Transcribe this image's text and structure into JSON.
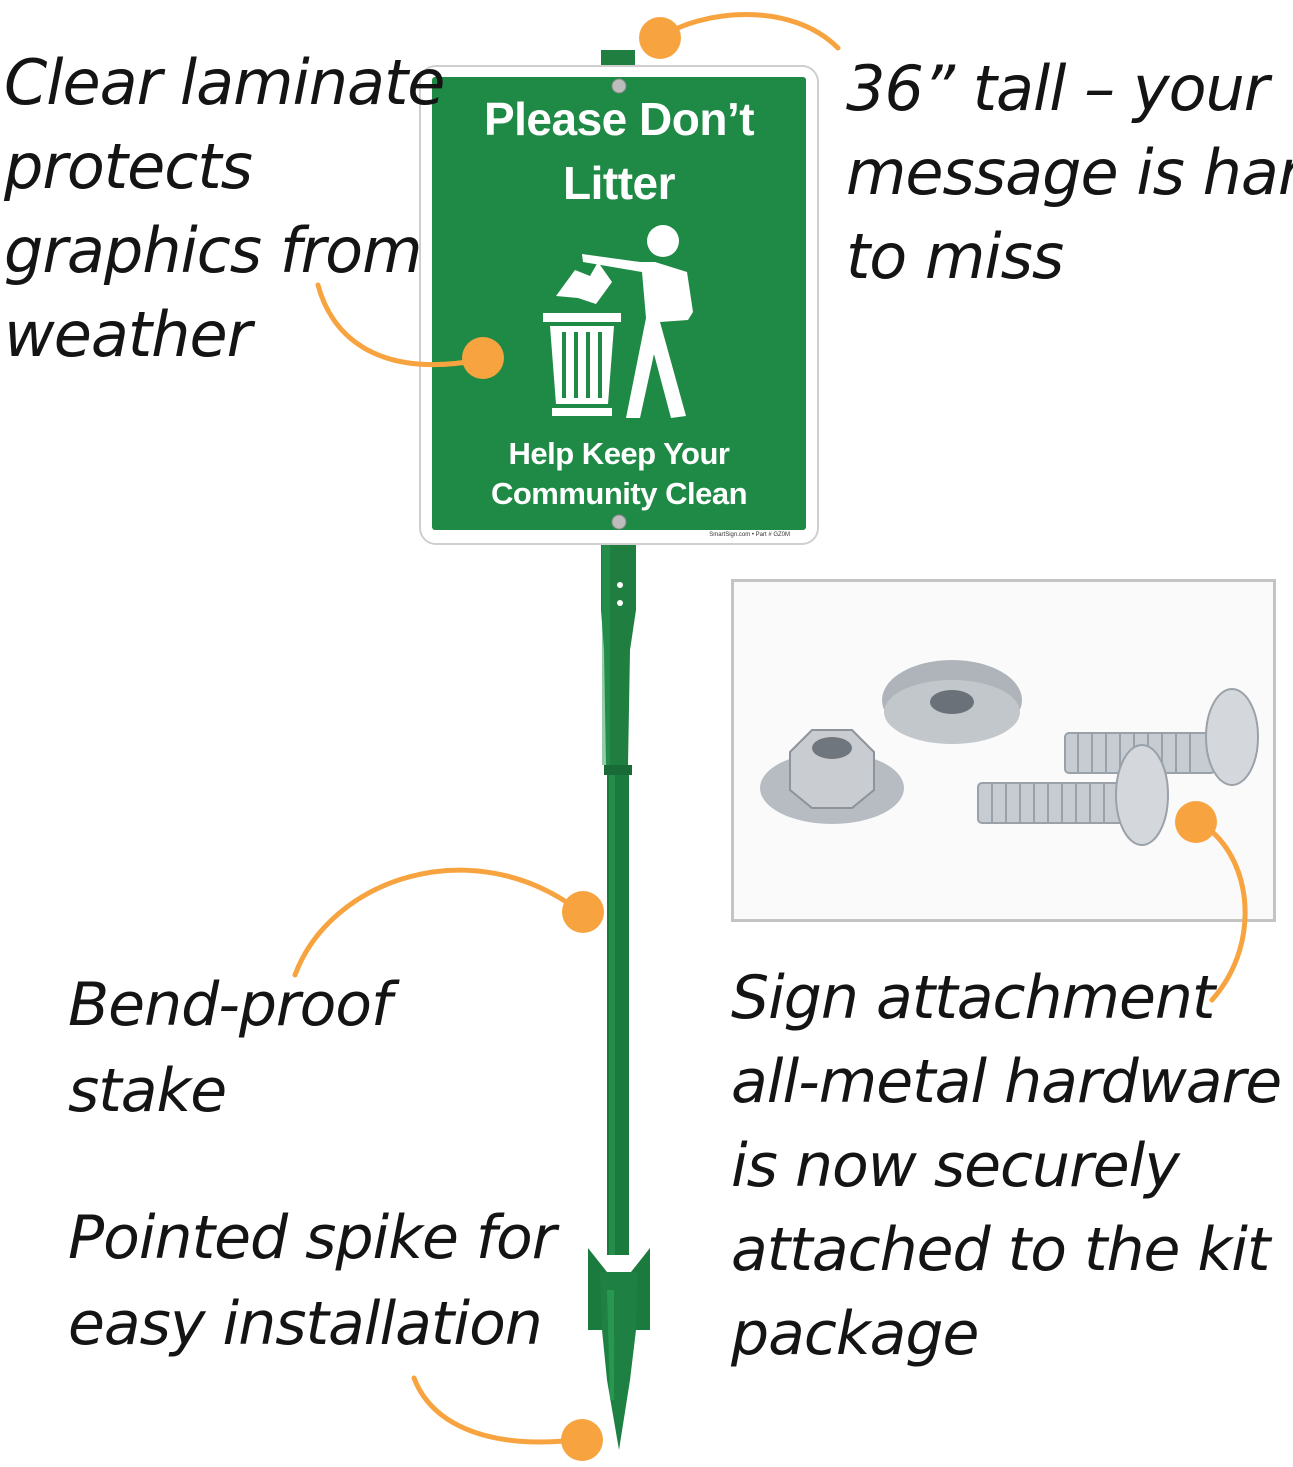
{
  "callouts": {
    "laminate": [
      "Clear laminate",
      "protects",
      "graphics from",
      "weather"
    ],
    "height": [
      "36” tall – your",
      "message is hard",
      "to miss"
    ],
    "stake": [
      "Bend-proof",
      "stake"
    ],
    "spike": [
      "Pointed spike for",
      "easy installation"
    ],
    "hardware": [
      "Sign attachment",
      "all-metal hardware",
      "is now securely",
      "attached to the kit",
      "package"
    ]
  },
  "sign": {
    "title_line1": "Please Don’t",
    "title_line2": "Litter",
    "subtitle_line1": "Help Keep Your",
    "subtitle_line2": "Community Clean",
    "footer": "SmartSign.com • Part # GZ0M",
    "icons": [
      "litter-bin-icon",
      "person-throwing-trash-icon"
    ]
  },
  "colors": {
    "sign_green": "#1f8a45",
    "stake_green": "#1b7a3e",
    "callout_orange": "#f7a440",
    "text": "#141414"
  }
}
